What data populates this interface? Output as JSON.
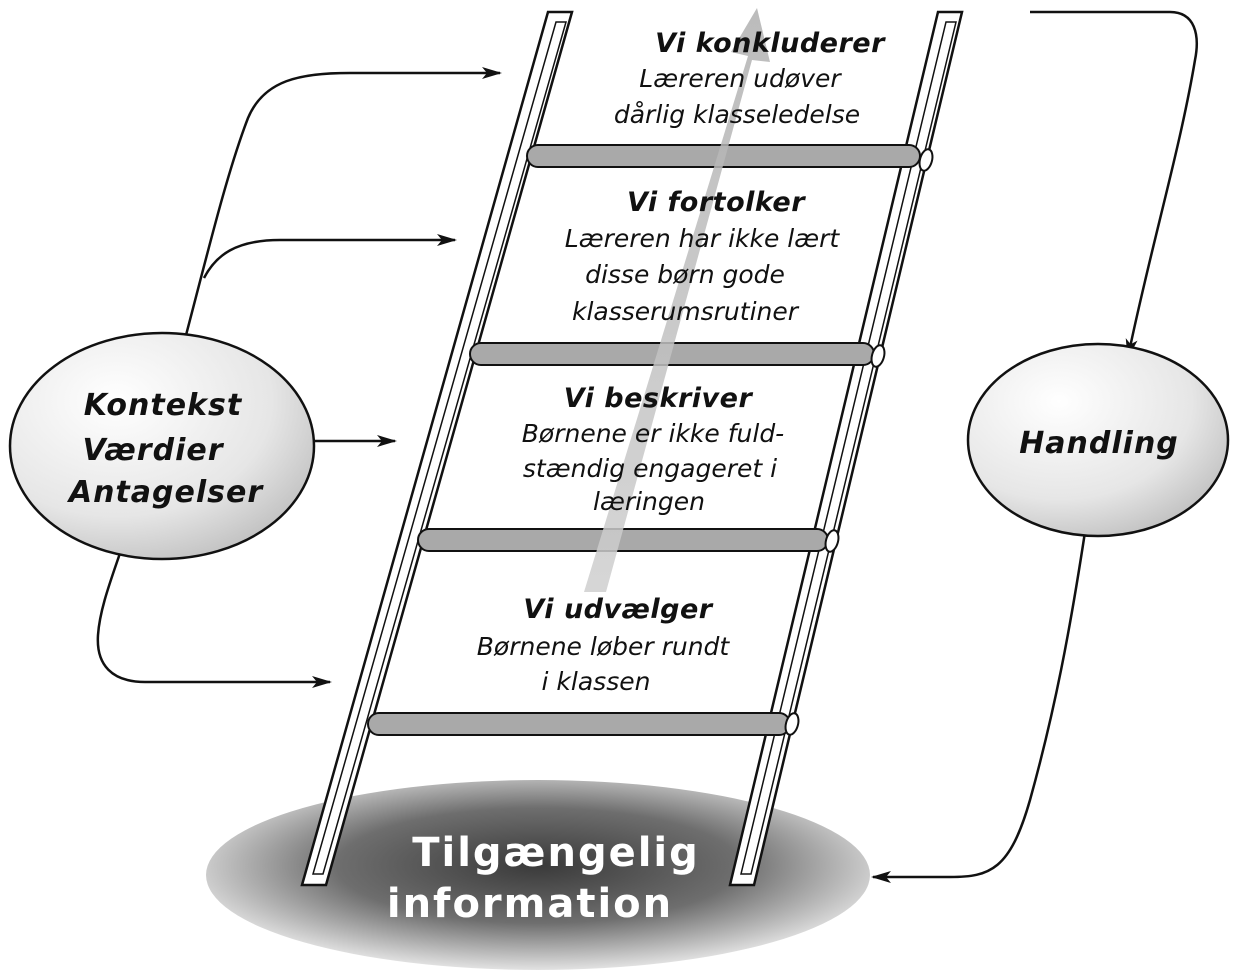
{
  "base": {
    "lines": [
      "Tilgængelig",
      "information"
    ]
  },
  "left_oval": {
    "lines": [
      "Kontekst",
      "Værdier",
      "Antagelser"
    ]
  },
  "right_oval": {
    "label": "Handling"
  },
  "rungs": [
    {
      "title": "Vi udvælger",
      "lines": [
        "Børnene løber rundt",
        "i klassen"
      ]
    },
    {
      "title": "Vi beskriver",
      "lines": [
        "Børnene er ikke fuld-",
        "stændig engageret i",
        "læringen"
      ]
    },
    {
      "title": "Vi fortolker",
      "lines": [
        "Læreren har ikke lært",
        "disse børn gode",
        "klasserumsrutiner"
      ]
    },
    {
      "title": "Vi konkluderer",
      "lines": [
        "Læreren udøver",
        "dårlig klasseledelse"
      ]
    }
  ]
}
